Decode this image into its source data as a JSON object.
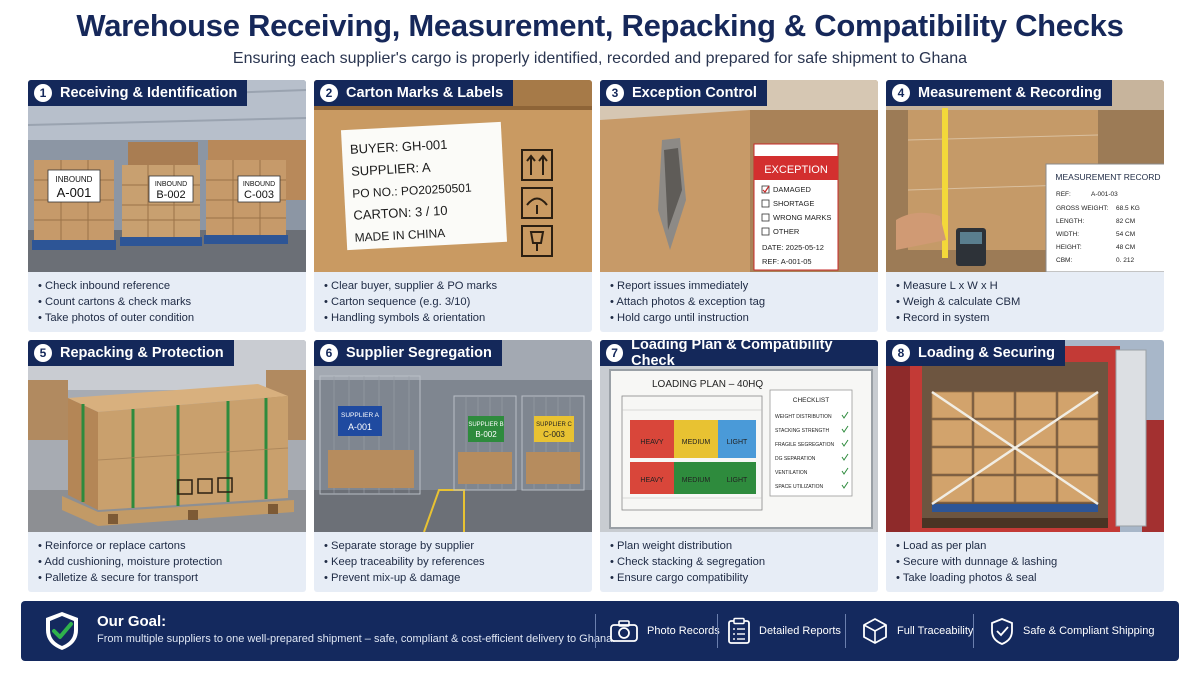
{
  "header": {
    "title": "Warehouse Receiving, Measurement, Repacking & Compatibility Checks",
    "subtitle": "Ensuring each supplier's cargo is properly identified, recorded and prepared for safe shipment to Ghana"
  },
  "steps": [
    {
      "number": "1",
      "title": "Receiving & Identification",
      "photo": {
        "labels": [
          "INBOUND",
          "A-001",
          "INBOUND",
          "B-002",
          "INBOUND",
          "C-003"
        ]
      },
      "bullets": [
        "Check inbound reference",
        "Count cartons & check marks",
        "Take photos of outer condition"
      ]
    },
    {
      "number": "2",
      "title": "Carton Marks & Labels",
      "photo": {
        "lines": [
          "BUYER: GH-001",
          "SUPPLIER: A",
          "PO NO.: PO20250501",
          "CARTON:   3  / 10",
          "MADE IN CHINA"
        ]
      },
      "bullets": [
        "Clear buyer, supplier & PO marks",
        "Carton sequence (e.g. 3/10)",
        "Handling symbols & orientation"
      ]
    },
    {
      "number": "3",
      "title": "Exception Control",
      "photo": {
        "heading": "EXCEPTION",
        "options": [
          "DAMAGED",
          "SHORTAGE",
          "WRONG MARKS",
          "OTHER"
        ],
        "date": "DATE:   2025-05-12",
        "ref": "REF:    A-001-05"
      },
      "bullets": [
        "Report issues immediately",
        "Attach photos & exception tag",
        "Hold cargo until instruction"
      ]
    },
    {
      "number": "4",
      "title": "Measurement & Recording",
      "photo": {
        "heading": "MEASUREMENT RECORD",
        "rows": [
          {
            "k": "REF:",
            "v": "A-001-03"
          },
          {
            "k": "GROSS WEIGHT:",
            "v": "68.5 KG"
          },
          {
            "k": "LENGTH:",
            "v": "82   CM"
          },
          {
            "k": "WIDTH:",
            "v": "54   CM"
          },
          {
            "k": "HEIGHT:",
            "v": "48   CM"
          },
          {
            "k": "CBM:",
            "v": "0.  212"
          }
        ]
      },
      "bullets": [
        "Measure L x W x H",
        "Weigh & calculate CBM",
        "Record in system"
      ]
    },
    {
      "number": "5",
      "title": "Repacking & Protection",
      "photo": {},
      "bullets": [
        "Reinforce or replace cartons",
        "Add cushioning, moisture protection",
        "Palletize & secure for transport"
      ]
    },
    {
      "number": "6",
      "title": "Supplier Segregation",
      "photo": {
        "signs": [
          {
            "a": "SUPPLIER A",
            "b": "A-001"
          },
          {
            "a": "SUPPLIER B",
            "b": "B-002"
          },
          {
            "a": "SUPPLIER C",
            "b": "C-003"
          }
        ]
      },
      "bullets": [
        "Separate storage by supplier",
        "Keep traceability by references",
        "Prevent mix-up & damage"
      ]
    },
    {
      "number": "7",
      "title": "Loading Plan & Compatibility Check",
      "photo": {
        "heading": "LOADING PLAN – 40HQ",
        "zones": [
          "HEAVY",
          "MEDIUM",
          "LIGHT",
          "HEAVY",
          "MEDIUM",
          "LIGHT"
        ],
        "checklist_title": "CHECKLIST",
        "checklist": [
          "WEIGHT DISTRIBUTION",
          "STACKING STRENGTH",
          "FRAGILE SEGREGATION",
          "DG SEPARATION",
          "VENTILATION",
          "SPACE UTILIZATION"
        ]
      },
      "bullets": [
        "Plan weight distribution",
        "Check stacking & segregation",
        "Ensure cargo compatibility"
      ]
    },
    {
      "number": "8",
      "title": "Loading & Securing",
      "photo": {},
      "bullets": [
        "Load as per plan",
        "Secure with dunnage & lashing",
        "Take loading photos & seal"
      ]
    }
  ],
  "footer": {
    "goal_title": "Our Goal:",
    "goal_text": "From multiple suppliers to one well-prepared shipment – safe, compliant & cost-efficient delivery to Ghana.",
    "features": [
      {
        "icon": "camera-icon",
        "label": "Photo Records"
      },
      {
        "icon": "clipboard-icon",
        "label": "Detailed Reports"
      },
      {
        "icon": "box-icon",
        "label": "Full Traceability"
      },
      {
        "icon": "shield-icon",
        "label": "Safe & Compliant Shipping"
      }
    ]
  },
  "colors": {
    "navy": "#14285a",
    "card_bg": "#e7edf6",
    "heavy": "#d9463a",
    "medium": "#e8c232",
    "light": "#4a9ad8"
  }
}
